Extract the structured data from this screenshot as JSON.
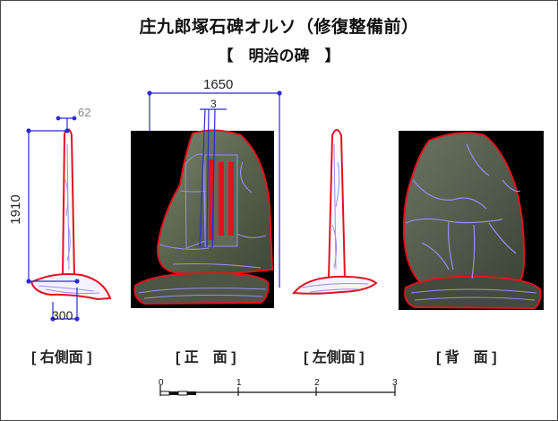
{
  "header": {
    "title": "庄九郎塚石碑オルソ（修復整備前）",
    "subtitle": "【　明治の碑　】"
  },
  "dimensions": {
    "width_total": "1650",
    "height_total": "1910",
    "top_small": "62",
    "top_small_front": "3",
    "base_width": "300"
  },
  "view_labels": {
    "right_side": "[ 右側面 ]",
    "front": "[ 正　面 ]",
    "left_side": "[ 左側面 ]",
    "back": "[ 背　面 ]"
  },
  "scale_bar": {
    "ticks": [
      "0",
      "1",
      "2",
      "3"
    ]
  },
  "colors": {
    "outline": "#e0141e",
    "crack": "#9b8cf0",
    "dimension": "#2b2bd6",
    "photo_bg": "#000000",
    "stone": "#5c6650"
  }
}
